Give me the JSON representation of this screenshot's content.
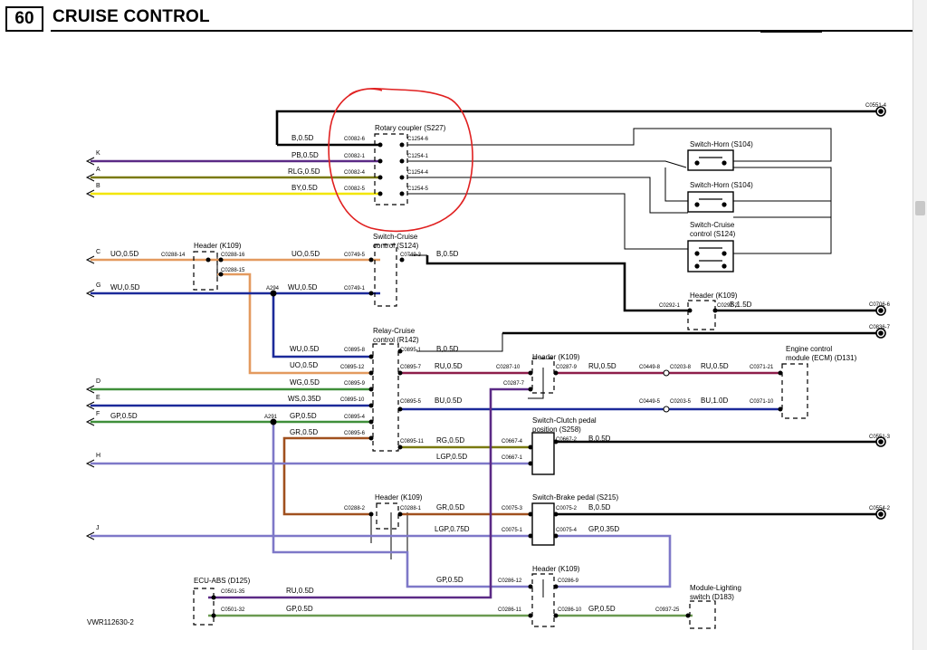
{
  "header": {
    "page_number": "60",
    "title": "CRUISE CONTROL"
  },
  "figure_ref": "VWR112630-2",
  "components": {
    "rotary_coupler": "Rotary coupler (S227)",
    "switch_horn_1": "Switch-Horn (S104)",
    "switch_horn_2": "Switch-Horn (S104)",
    "switch_cruise_right_1": "Switch-Cruise",
    "switch_cruise_right_2": "control (S124)",
    "header_k109_a": "Header (K109)",
    "switch_cruise_mid_1": "Switch-Cruise",
    "switch_cruise_mid_2": "control (S124)",
    "header_k109_b": "Header (K109)",
    "relay_cruise_1": "Relay-Cruise",
    "relay_cruise_2": "control (R142)",
    "header_k109_c": "Header (K109)",
    "ecm_1": "Engine control",
    "ecm_2": "module (ECM) (D131)",
    "clutch_1": "Switch-Clutch pedal",
    "clutch_2": "position (S258)",
    "header_k109_d": "Header (K109)",
    "brake": "Switch-Brake pedal (S215)",
    "header_k109_e": "Header (K109)",
    "ecu_abs": "ECU-ABS (D125)",
    "lighting_1": "Module-Lighting",
    "lighting_2": "switch (D183)"
  },
  "wire_labels": {
    "b05_top": "B,0.5D",
    "pb": "PB,0.5D",
    "rlg": "RLG,0.5D",
    "by": "BY,0.5D",
    "uo_left": "UO,0.5D",
    "uo_mid": "UO,0.5D",
    "b05_s124": "B,0.5D",
    "wu_left": "WU,0.5D",
    "wu_mid": "WU,0.5D",
    "b15": "B,1.5D",
    "wu_relay": "WU,0.5D",
    "b05_relay": "B,0.5D",
    "uo_relay": "UO,0.5D",
    "ru_relay": "RU,0.5D",
    "ru_k109": "RU,0.5D",
    "ru_ecm": "RU,0.5D",
    "wg": "WG,0.5D",
    "ws": "WS,0.35D",
    "bu_relay": "BU,0.5D",
    "bu_ecm": "BU,1.0D",
    "gp_left": "GP,0.5D",
    "gp_mid": "GP,0.5D",
    "gr_relay": "GR,0.5D",
    "rg": "RG,0.5D",
    "b05_clutch": "B,0.5D",
    "lgp05": "LGP,0.5D",
    "gr_hdr": "GR,0.5D",
    "b05_brake": "B,0.5D",
    "lgp075": "LGP,0.75D",
    "gp035": "GP,0.35D",
    "gp_hdr": "GP,0.5D",
    "ru_abs": "RU,0.5D",
    "gp_abs": "GP,0.5D",
    "gp_light": "GP,0.5D"
  },
  "connectors": {
    "c0551_4": "C0551-4",
    "c0082_6": "C0082-6",
    "c1254_6": "C1254-6",
    "c0082_1": "C0082-1",
    "c1254_1": "C1254-1",
    "c0082_4": "C0082-4",
    "c1254_4": "C1254-4",
    "c0082_5": "C0082-5",
    "c1254_5": "C1254-5",
    "c0288_14": "C0288-14",
    "c0288_16": "C0288-16",
    "c0288_15": "C0288-15",
    "c0749_5": "C0749-5",
    "c0749_3": "C0749-3",
    "c0749_1": "C0749-1",
    "c0292_1": "C0292-1",
    "c0292_2": "C0292-2",
    "c0706_6": "C0706-6",
    "c0836_7": "C0836-7",
    "c0895_8": "C0895-8",
    "c0895_1": "C0895-1",
    "c0895_12": "C0895-12",
    "c0895_7": "C0895-7",
    "c0895_9": "C0895-9",
    "c0895_10": "C0895-10",
    "c0895_5": "C0895-5",
    "c0895_4": "C0895-4",
    "c0895_6": "C0895-6",
    "c0895_11": "C0895-11",
    "c0287_10": "C0287-10",
    "c0287_9": "C0287-9",
    "c0287_7": "C0287-7",
    "c0449_8": "C0449-8",
    "c0203_8": "C0203-8",
    "c0371_21": "C0371-21",
    "c0449_5": "C0449-5",
    "c0203_5": "C0203-5",
    "c0371_10": "C0371-10",
    "c0667_4": "C0667-4",
    "c0667_2": "C0667-2",
    "c0667_1": "C0667-1",
    "c0551_3": "C0551-3",
    "c0288_2": "C0288-2",
    "c0288_1": "C0288-1",
    "c0075_3": "C0075-3",
    "c0075_2": "C0075-2",
    "c0075_1": "C0075-1",
    "c0075_4": "C0075-4",
    "c0554_2": "C0554-2",
    "c0286_12": "C0286-12",
    "c0286_9": "C0286-9",
    "c0286_11": "C0286-11",
    "c0286_10": "C0286-10",
    "c0501_35": "C0501-35",
    "c0501_32": "C0501-32",
    "c0937_25": "C0937-25"
  },
  "splices": {
    "a294": "A294",
    "a291": "A291"
  },
  "terminals": {
    "k": "K",
    "a": "A",
    "b": "B",
    "c": "C",
    "g": "G",
    "d": "D",
    "e": "E",
    "f": "F",
    "h": "H",
    "j": "J"
  },
  "colors": {
    "black": "#000000",
    "purple": "#5b2a86",
    "olive": "#7a7a10",
    "yellow": "#f2e600",
    "orange": "#e39a5f",
    "blue": "#1c2a9a",
    "green": "#3f8f3a",
    "lightgreen": "#6a9a50",
    "maroon": "#8e1e4a",
    "brown": "#a0501e",
    "violet": "#7e78c8",
    "gray": "#666666",
    "annotation": "#e02020"
  },
  "annotation": {
    "shape": "hand-drawn circle",
    "target": "Rotary coupler (S227)"
  }
}
